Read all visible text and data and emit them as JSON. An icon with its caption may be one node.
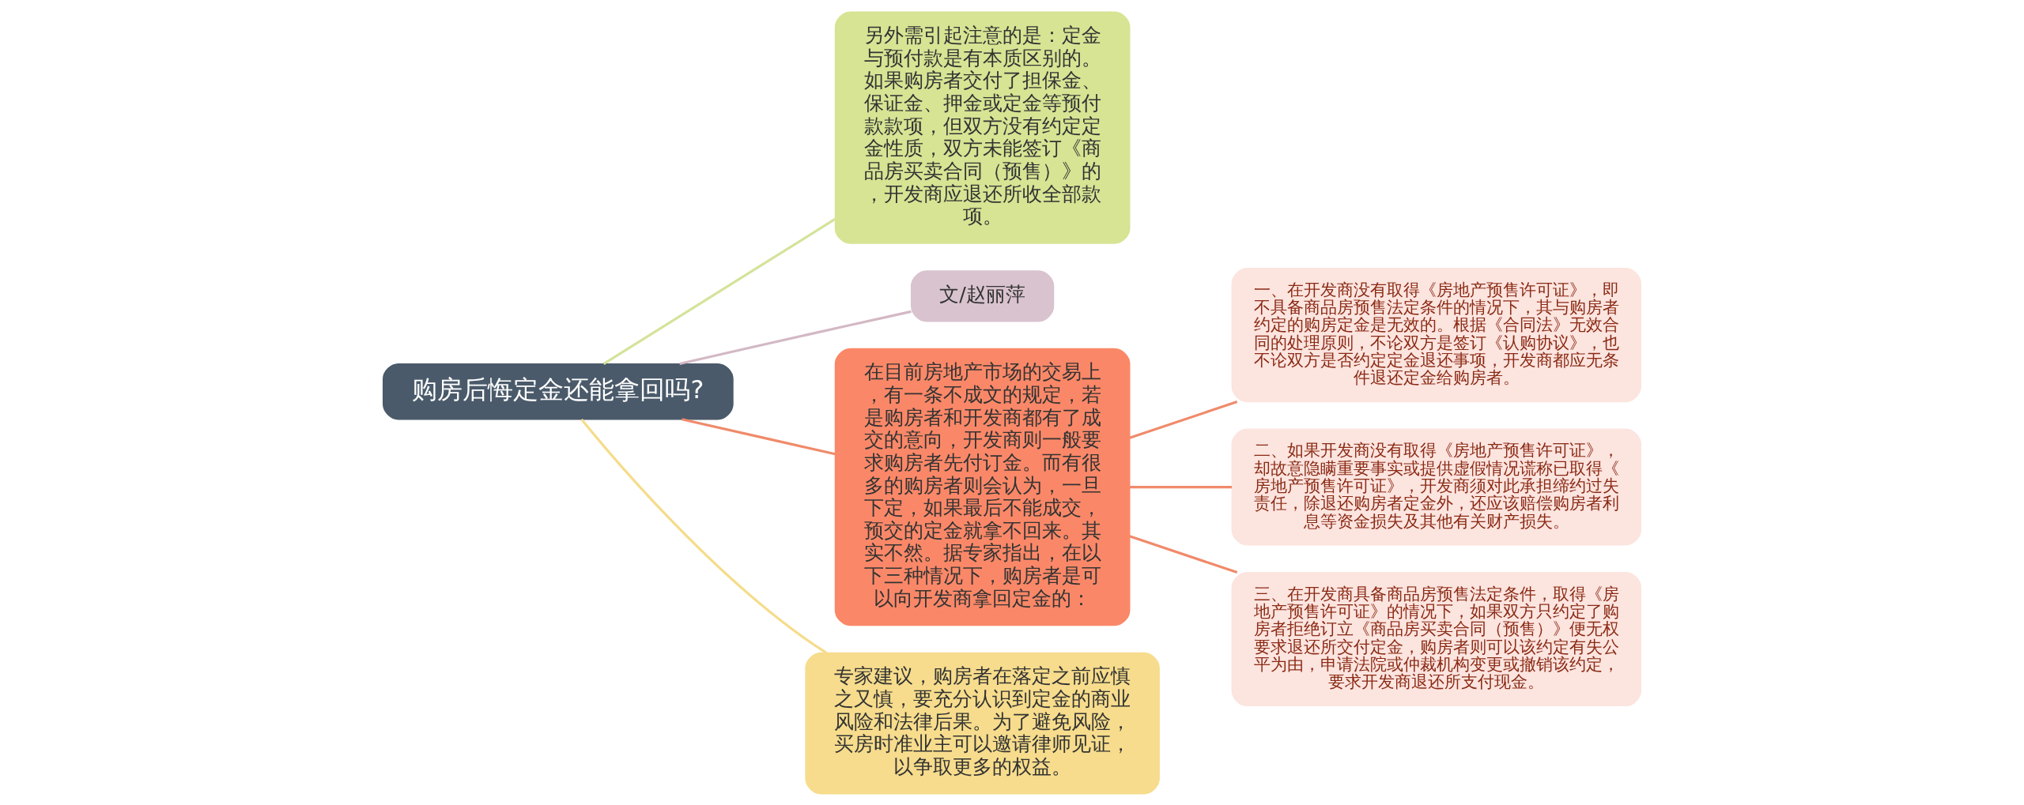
{
  "diagram": {
    "nodes": [
      {
        "text": [
          "购房后悔定金还能拿回吗?"
        ]
      },
      {
        "text": [
          "另外需引起注意的是：定金与预付款是有本质区别的。如果购房者交付了担保金、保证金、押金或定金等预付款款项，但双方没有约定定金性质，双方未能签订《商品房买卖合同（预售）》的，开发商应退还所收全部款项。"
        ]
      },
      {
        "text": [
          "文/赵丽萍"
        ]
      },
      {
        "text": [
          "在目前房地产市场的交易上，有一条不成文的规定，若是购房者和开发商都有了成交的意向，开发商则一般要求购房者先付订金。而有很多的购房者则会认为，一旦下定，如果最后不能成交，预交的定金就拿不回来。其实不然。据专家指出，在以下三种情况下，购房者是可以向开发商拿回定金的："
        ]
      },
      {
        "text": [
          "一、在开发商没有取得《房地产预售许可证》，即不具备商品房预售法定条件的情况下，其与购房者约定的购房定金是无效的。根据《合同法》无效合同的处理原则，不论双方是签订《认购协议》，也不论双方是否约定定金退还事项，开发商都应无条件退还定金给购房者。"
        ]
      },
      {
        "text": [
          "二、如果开发商没有取得《房地产预售许可证》，却故意隐瞒重要事实或提供虚假情况谎称已取得《房地产预售许可证》，开发商须对此承担缔约过失责任，除退还购房者定金外，还应该赔偿购房者利息等资金损失及其他有关财产损失。"
        ]
      },
      {
        "text": [
          "三、在开发商具备商品房预售法定条件，取得《房地产预售许可证》的情况下，如果双方只约定了购房者拒绝订立《商品房买卖合同（预售）》便无权要求退还所交付定金，购房者则可以该约定有失公平为由，申请法院或仲裁机构变更或撤销该约定，要求开发商退还所支付现金。"
        ]
      },
      {
        "text": [
          "专家建议，购房者在落定之前应慎之又慎，要充分认识到定金的商业风险和法律后果。为了避免风险，买房时准业主可以邀请律师见证，以争取更多的权益。"
        ]
      }
    ],
    "edges": [
      {
        "from": 0,
        "to": 1,
        "arrow": "none",
        "color": "#d4e39a"
      },
      {
        "from": 0,
        "to": 2,
        "arrow": "none",
        "color": "#d3b8c4"
      },
      {
        "from": 0,
        "to": 3,
        "arrow": "none",
        "color": "#f08a6a"
      },
      {
        "from": 0,
        "to": 7,
        "arrow": "none",
        "color": "#f5dc8a"
      },
      {
        "from": 3,
        "to": 4,
        "arrow": "none",
        "color": "#f08a6a"
      },
      {
        "from": 3,
        "to": 5,
        "arrow": "none",
        "color": "#f08a6a"
      },
      {
        "from": 3,
        "to": 6,
        "arrow": "none",
        "color": "#f08a6a"
      }
    ]
  }
}
